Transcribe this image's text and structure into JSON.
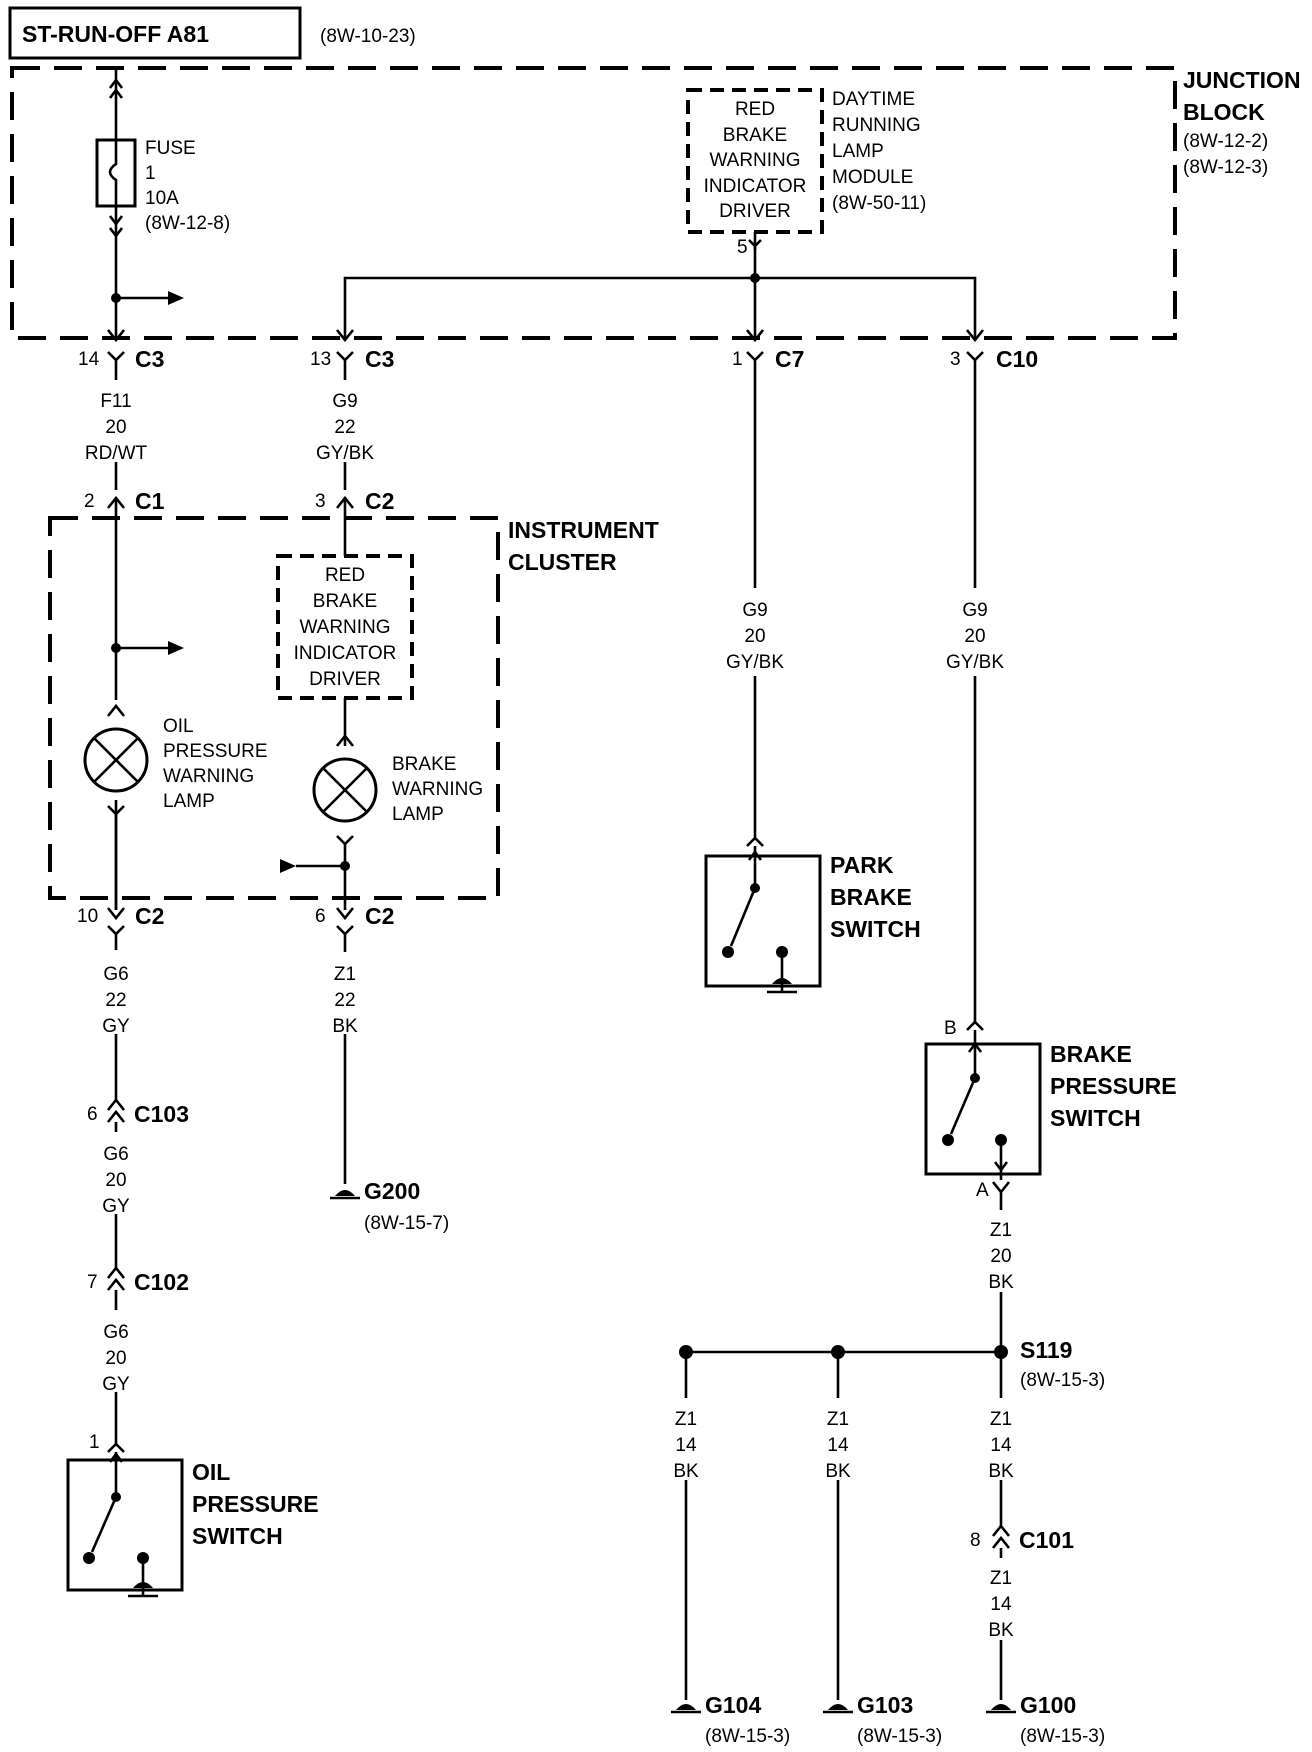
{
  "header": {
    "circuit_label": "ST-RUN-OFF A81",
    "ref": "(8W-10-23)"
  },
  "junction_block": {
    "title": [
      "JUNCTION",
      "BLOCK"
    ],
    "refs": [
      "(8W-12-2)",
      "(8W-12-3)"
    ],
    "fuse": {
      "lines": [
        "FUSE",
        "1",
        "10A",
        "(8W-12-8)"
      ]
    },
    "driver": {
      "lines": [
        "RED",
        "BRAKE",
        "WARNING",
        "INDICATOR",
        "DRIVER"
      ],
      "pin": "5"
    },
    "drl_module": {
      "lines": [
        "DAYTIME",
        "RUNNING",
        "LAMP",
        "MODULE",
        "(8W-50-11)"
      ]
    }
  },
  "jb_connectors": [
    {
      "pin": "14",
      "name": "C3"
    },
    {
      "pin": "13",
      "name": "C3"
    },
    {
      "pin": "1",
      "name": "C7"
    },
    {
      "pin": "3",
      "name": "C10"
    }
  ],
  "wires": {
    "f11": [
      "F11",
      "20",
      "RD/WT"
    ],
    "g9_22": [
      "G9",
      "22",
      "GY/BK"
    ],
    "g9_c7": [
      "G9",
      "20",
      "GY/BK"
    ],
    "g9_c10": [
      "G9",
      "20",
      "GY/BK"
    ],
    "g6_22": [
      "G6",
      "22",
      "GY"
    ],
    "g6_20a": [
      "G6",
      "20",
      "GY"
    ],
    "g6_20b": [
      "G6",
      "20",
      "GY"
    ],
    "z1_22": [
      "Z1",
      "22",
      "BK"
    ],
    "z1_20": [
      "Z1",
      "20",
      "BK"
    ],
    "z1_14a": [
      "Z1",
      "14",
      "BK"
    ],
    "z1_14b": [
      "Z1",
      "14",
      "BK"
    ],
    "z1_14c": [
      "Z1",
      "14",
      "BK"
    ],
    "z1_14d": [
      "Z1",
      "14",
      "BK"
    ]
  },
  "instrument_cluster": {
    "title": [
      "INSTRUMENT",
      "CLUSTER"
    ],
    "in_connectors": [
      {
        "pin": "2",
        "name": "C1"
      },
      {
        "pin": "3",
        "name": "C2"
      }
    ],
    "out_connectors": [
      {
        "pin": "10",
        "name": "C2"
      },
      {
        "pin": "6",
        "name": "C2"
      }
    ],
    "driver": {
      "lines": [
        "RED",
        "BRAKE",
        "WARNING",
        "INDICATOR",
        "DRIVER"
      ]
    },
    "oil_lamp": {
      "lines": [
        "OIL",
        "PRESSURE",
        "WARNING",
        "LAMP"
      ]
    },
    "brake_lamp": {
      "lines": [
        "BRAKE",
        "WARNING",
        "LAMP"
      ]
    }
  },
  "inline_connectors": [
    {
      "pin": "6",
      "name": "C103"
    },
    {
      "pin": "7",
      "name": "C102"
    },
    {
      "pin": "8",
      "name": "C101"
    }
  ],
  "switches": {
    "oil": {
      "lines": [
        "OIL",
        "PRESSURE",
        "SWITCH"
      ],
      "pin": "1"
    },
    "park": {
      "lines": [
        "PARK",
        "BRAKE",
        "SWITCH"
      ]
    },
    "brake_pressure": {
      "lines": [
        "BRAKE",
        "PRESSURE",
        "SWITCH"
      ],
      "pin_top": "B",
      "pin_bottom": "A"
    }
  },
  "splice": {
    "name": "S119",
    "ref": "(8W-15-3)"
  },
  "grounds": [
    {
      "name": "G200",
      "ref": "(8W-15-7)"
    },
    {
      "name": "G104",
      "ref": "(8W-15-3)"
    },
    {
      "name": "G103",
      "ref": "(8W-15-3)"
    },
    {
      "name": "G100",
      "ref": "(8W-15-3)"
    }
  ]
}
